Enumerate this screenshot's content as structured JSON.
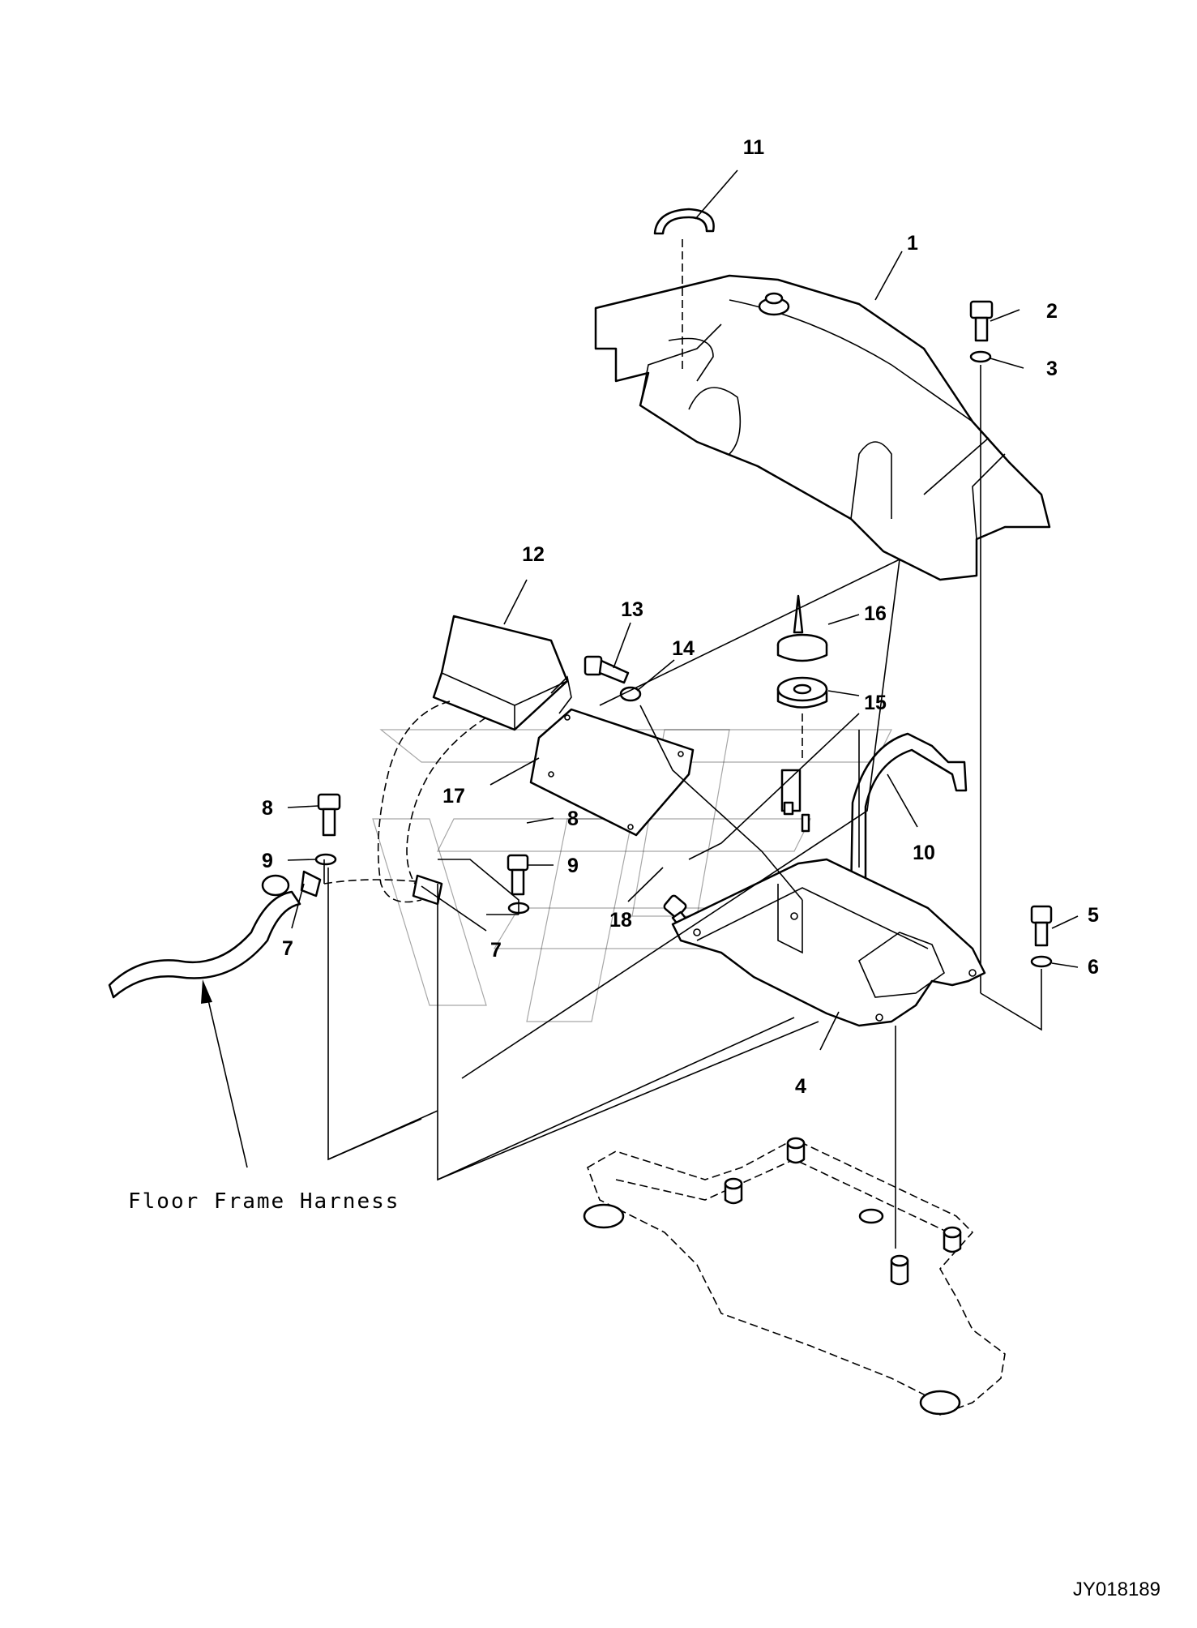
{
  "diagram": {
    "callouts": {
      "c1": "1",
      "c2": "2",
      "c3": "3",
      "c4": "4",
      "c5": "5",
      "c6": "6",
      "c7a": "7",
      "c7b": "7",
      "c8a": "8",
      "c8b": "8",
      "c9a": "9",
      "c9b": "9",
      "c10": "10",
      "c11": "11",
      "c12": "12",
      "c13": "13",
      "c14": "14",
      "c15": "15",
      "c16": "16",
      "c17": "17",
      "c18": "18"
    },
    "note": "Floor Frame Harness",
    "drawing_code": "JY018189"
  }
}
